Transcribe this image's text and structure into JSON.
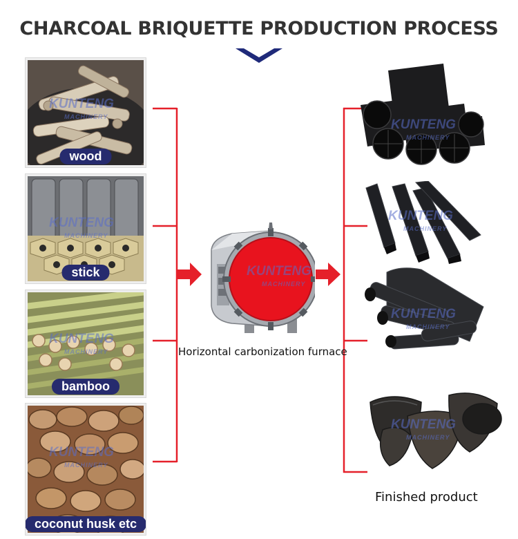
{
  "title": "CHARCOAL BRIQUETTE PRODUCTION PROCESS",
  "colors": {
    "title": "#333333",
    "accent": "#1f2a7a",
    "connector": "#e5202a",
    "pill": "#262b6e"
  },
  "sources": [
    {
      "label": "wood"
    },
    {
      "label": "stick"
    },
    {
      "label": "bamboo"
    },
    {
      "label": "coconut husk etc"
    }
  ],
  "watermark": {
    "brand": "KUNTENG",
    "sub": "MACHINERY"
  },
  "furnace": {
    "label": "Horizontal carbonization furnace"
  },
  "finished": {
    "label": "Finished product"
  }
}
